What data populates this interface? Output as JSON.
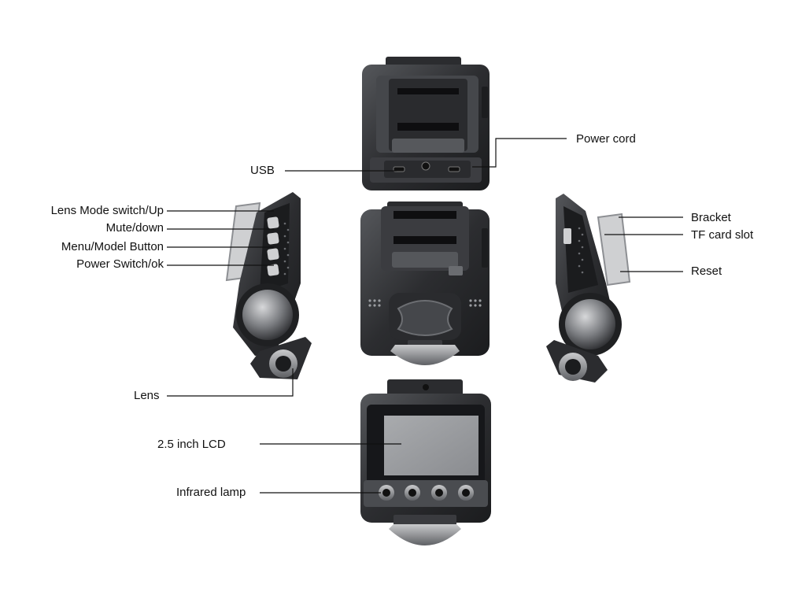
{
  "labels": {
    "power_cord": "Power cord",
    "usb": "USB",
    "lens_mode": "Lens Mode switch/Up",
    "mute_down": "Mute/down",
    "menu_model": "Menu/Model Button",
    "power_switch": "Power Switch/ok",
    "bracket": "Bracket",
    "tf_card": "TF card slot",
    "reset": "Reset",
    "lens": "Lens",
    "lcd": "2.5 inch LCD",
    "infrared": "Infrared lamp"
  },
  "colors": {
    "body_dark": "#2a2b2e",
    "body_mid": "#4a4c50",
    "metal": "#8d8f93",
    "screen": "#9c9ea1",
    "line": "#111111",
    "background": "#ffffff"
  }
}
